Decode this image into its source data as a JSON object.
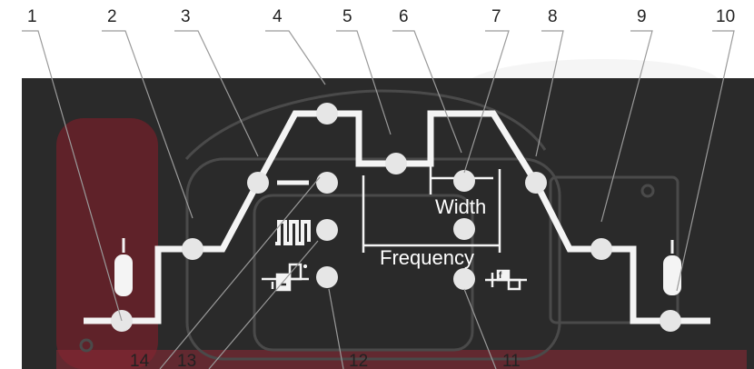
{
  "callouts": {
    "c1": "1",
    "c2": "2",
    "c3": "3",
    "c4": "4",
    "c5": "5",
    "c6": "6",
    "c7": "7",
    "c8": "8",
    "c9": "9",
    "c10": "10",
    "c11": "11",
    "c12": "12",
    "c13": "13",
    "c14": "14"
  },
  "labels": {
    "width": "Width",
    "frequency": "Frequency"
  },
  "colors": {
    "panel": "#2a2a2a",
    "trace": "#f4f4f4",
    "led": "#e6e6e6",
    "accent": "#c8152b"
  },
  "icons": {
    "gas_left": "gas-bottle-icon",
    "gas_right": "gas-bottle-icon",
    "dc_mode": "dc-current-icon",
    "pulse_mode": "pulse-wave-icon",
    "ac_balance": "ac-balance-icon",
    "ac_frequency": "ac-frequency-icon"
  }
}
